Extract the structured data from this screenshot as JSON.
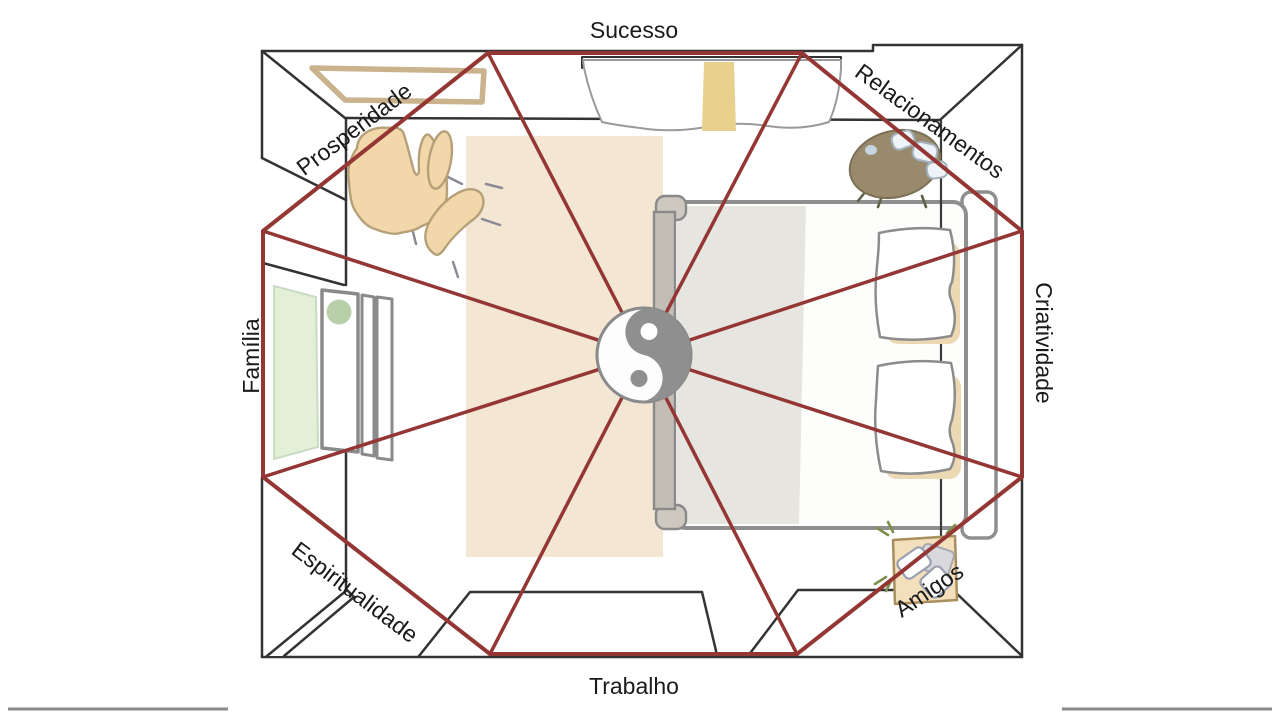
{
  "diagram": {
    "bagua_labels": {
      "top": "Sucesso",
      "top_right": "Relacionamentos",
      "right": "Criatividade",
      "bottom_right": "Amigos",
      "bottom": "Trabalho",
      "bottom_left": "Espiritualidade",
      "left": "Família",
      "top_left": "Prosperidade"
    },
    "colors": {
      "bagua_lines": "#943634",
      "floor_plan_lines": "#333333",
      "furniture_outline": "#8f8f8f",
      "rug": "#f3e6d2",
      "chair_fill": "#f2d7aa",
      "curtain_accent_yellow": "#e8d08d",
      "mirror_green": "#e3efd7",
      "duvet_gray": "#e7e5e0",
      "nightstand_fill": "#f4dfbc",
      "plant_brown": "#998a6d",
      "yin_yang_gray": "#8f8f8f",
      "label_text": "#1a1a1a"
    },
    "icons": [
      "yin-yang-icon"
    ]
  }
}
